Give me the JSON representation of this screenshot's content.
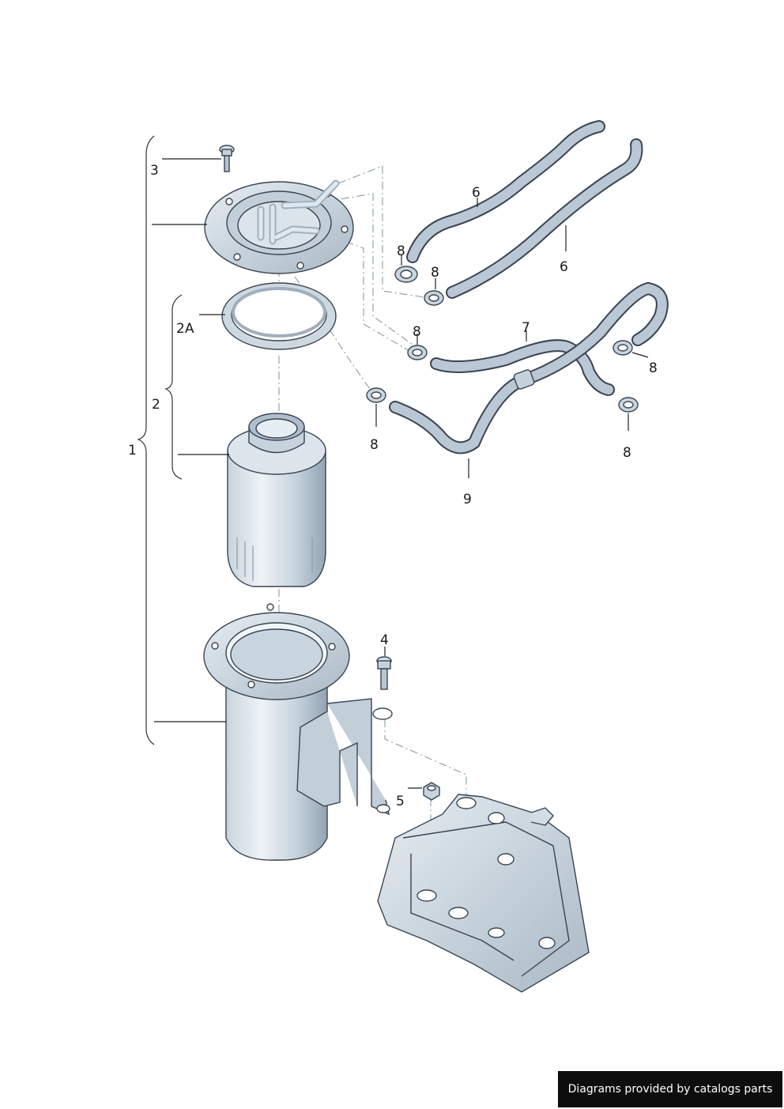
{
  "callouts": {
    "c1": "1",
    "c2": "2",
    "c2a": "2A",
    "c3": "3",
    "c4": "4",
    "c5": "5",
    "c6a": "6",
    "c6b": "6",
    "c7": "7",
    "c8a": "8",
    "c8b": "8",
    "c8c": "8",
    "c8d": "8",
    "c8e": "8",
    "c8f": "8",
    "c9": "9"
  },
  "footer": {
    "credit": "Diagrams provided by catalogs parts"
  },
  "colors": {
    "metal_light": "#dfe8ee",
    "metal_mid": "#b7c6d2",
    "metal_dark": "#8b9cab",
    "outline": "#3a4450",
    "hose": "#b9c8d4",
    "credit_bg": "#0d0d0d"
  }
}
